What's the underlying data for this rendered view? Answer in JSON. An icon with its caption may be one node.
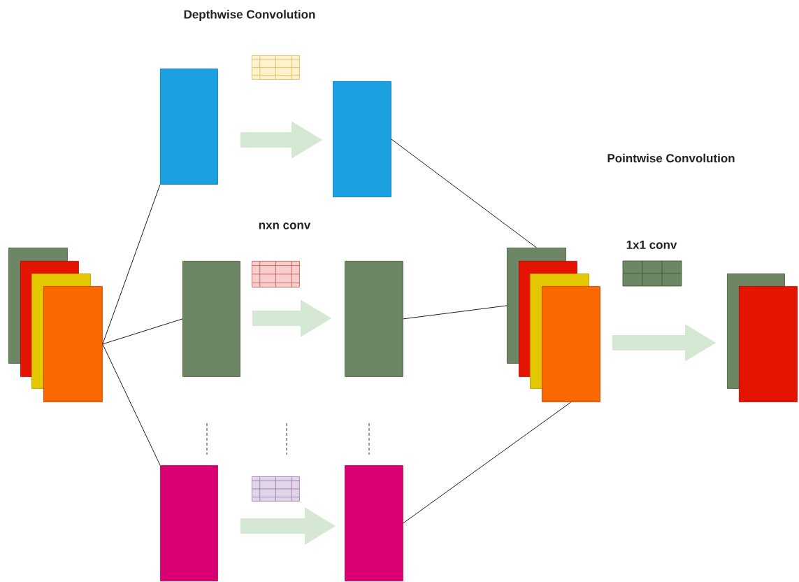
{
  "diagram": {
    "nodes": [
      {
        "text": [],
        "shape": "box"
      },
      {
        "text": [],
        "shape": "box"
      },
      {
        "text": [],
        "shape": "box"
      },
      {
        "text": [],
        "shape": "box"
      },
      {
        "text": [],
        "shape": "box"
      },
      {
        "text": [],
        "shape": "box"
      },
      {
        "text": [],
        "shape": "box"
      },
      {
        "text": [],
        "shape": "box"
      },
      {
        "text": [],
        "shape": "box"
      },
      {
        "text": [],
        "shape": "box"
      },
      {
        "text": [],
        "shape": "box"
      },
      {
        "text": [],
        "shape": "box"
      },
      {
        "text": [],
        "shape": "box"
      },
      {
        "text": [],
        "shape": "box"
      },
      {
        "text": [],
        "shape": "box"
      },
      {
        "text": [],
        "shape": "box"
      },
      {
        "text": [],
        "shape": "box"
      },
      {
        "text": [],
        "shape": "box"
      },
      {
        "text": [],
        "shape": "box"
      }
    ],
    "edges": [
      {
        "from": 3,
        "to": 4,
        "arrow": "none"
      },
      {
        "from": 3,
        "to": 5,
        "arrow": "none"
      },
      {
        "from": 3,
        "to": 6,
        "arrow": "none"
      },
      {
        "from": 4,
        "to": 10,
        "arrow": "to",
        "style": "thick",
        "color": "#d5e8d4"
      },
      {
        "from": 5,
        "to": 11,
        "arrow": "to",
        "style": "thick",
        "color": "#d5e8d4"
      },
      {
        "from": 6,
        "to": 12,
        "arrow": "to",
        "style": "thick",
        "color": "#d5e8d4"
      },
      {
        "from": 10,
        "to": 13,
        "arrow": "none"
      },
      {
        "from": 11,
        "to": 13,
        "arrow": "none"
      },
      {
        "from": 12,
        "to": 16,
        "arrow": "none"
      },
      {
        "from": 16,
        "to": 17,
        "arrow": "to",
        "style": "thick",
        "color": "#d5e8d4"
      }
    ],
    "labels": [
      "Depthwise Convolution",
      "Pointwise Convolution",
      "nxn conv",
      "1x1 conv"
    ]
  }
}
